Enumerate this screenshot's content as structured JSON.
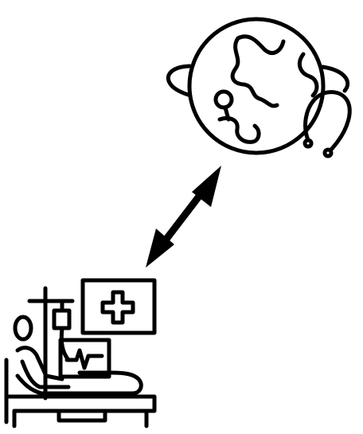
{
  "diagram": {
    "nodes": [
      {
        "id": "global-health",
        "icon": "globe-stethoscope-icon"
      },
      {
        "id": "patient",
        "icon": "hospital-bed-patient-monitor-icon"
      }
    ],
    "edges": [
      {
        "from": "patient",
        "to": "global-health",
        "style": "double-headed-arrow"
      }
    ]
  },
  "colors": {
    "line": "#000000",
    "background": "#ffffff"
  }
}
